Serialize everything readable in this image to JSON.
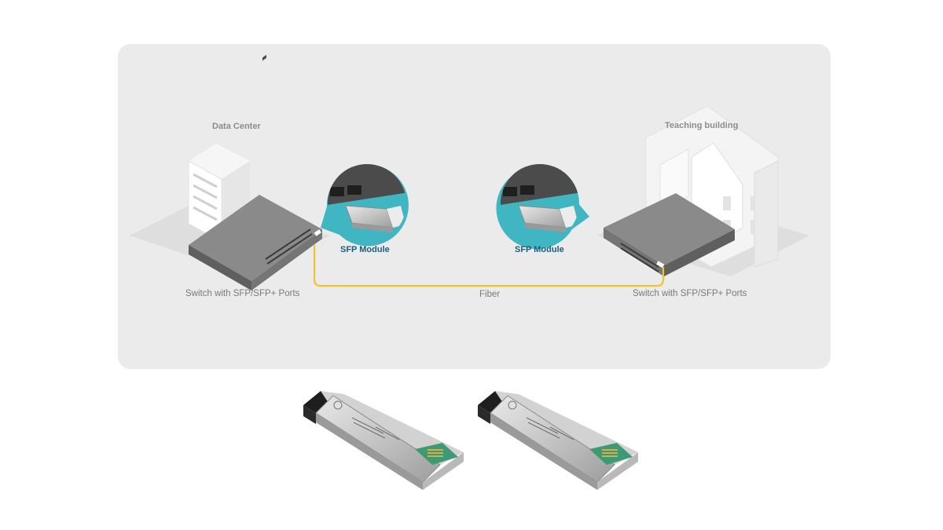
{
  "labels": {
    "left_location": "Data Center",
    "right_location": "Teaching building",
    "left_sfp": "SFP Module",
    "right_sfp": "SFP Module",
    "left_switch": "Switch with SFP/SFP+ Ports",
    "right_switch": "Switch with SFP/SFP+ Ports",
    "link": "Fiber"
  },
  "colors": {
    "panel_bg": "#ebebeb",
    "fiber": "#f2c230",
    "callout": "#3fb6c2",
    "switch_top": "#8a8a8a",
    "switch_front": "#5f5f5f",
    "sfp_label": "#1d5d7a"
  },
  "icons": {
    "server": "server-rack-icon",
    "building": "building-icon",
    "switch": "network-switch-icon",
    "module": "sfp-transceiver-icon"
  }
}
